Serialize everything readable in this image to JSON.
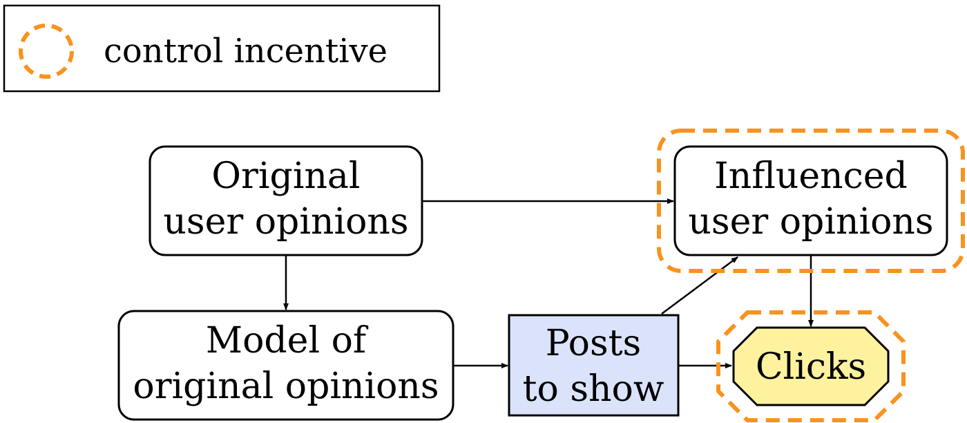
{
  "legend": {
    "label": "control incentive",
    "accent_color": "#f7931e"
  },
  "nodes": {
    "original_opinions": {
      "line1": "Original",
      "line2": "user opinions",
      "fill": "#ffffff"
    },
    "influenced_opinions": {
      "line1": "Influenced",
      "line2": "user opinions",
      "fill": "#ffffff",
      "control_incentive": true
    },
    "model": {
      "line1": "Model of",
      "line2": "original opinions",
      "fill": "#ffffff"
    },
    "posts": {
      "line1": "Posts",
      "line2": "to show",
      "fill": "#dbe3fb"
    },
    "clicks": {
      "line1": "Clicks",
      "fill": "#fff29e",
      "control_incentive": true
    }
  },
  "edges": [
    {
      "from": "original_opinions",
      "to": "influenced_opinions"
    },
    {
      "from": "original_opinions",
      "to": "model"
    },
    {
      "from": "model",
      "to": "posts"
    },
    {
      "from": "posts",
      "to": "influenced_opinions"
    },
    {
      "from": "posts",
      "to": "clicks"
    },
    {
      "from": "influenced_opinions",
      "to": "clicks"
    }
  ]
}
